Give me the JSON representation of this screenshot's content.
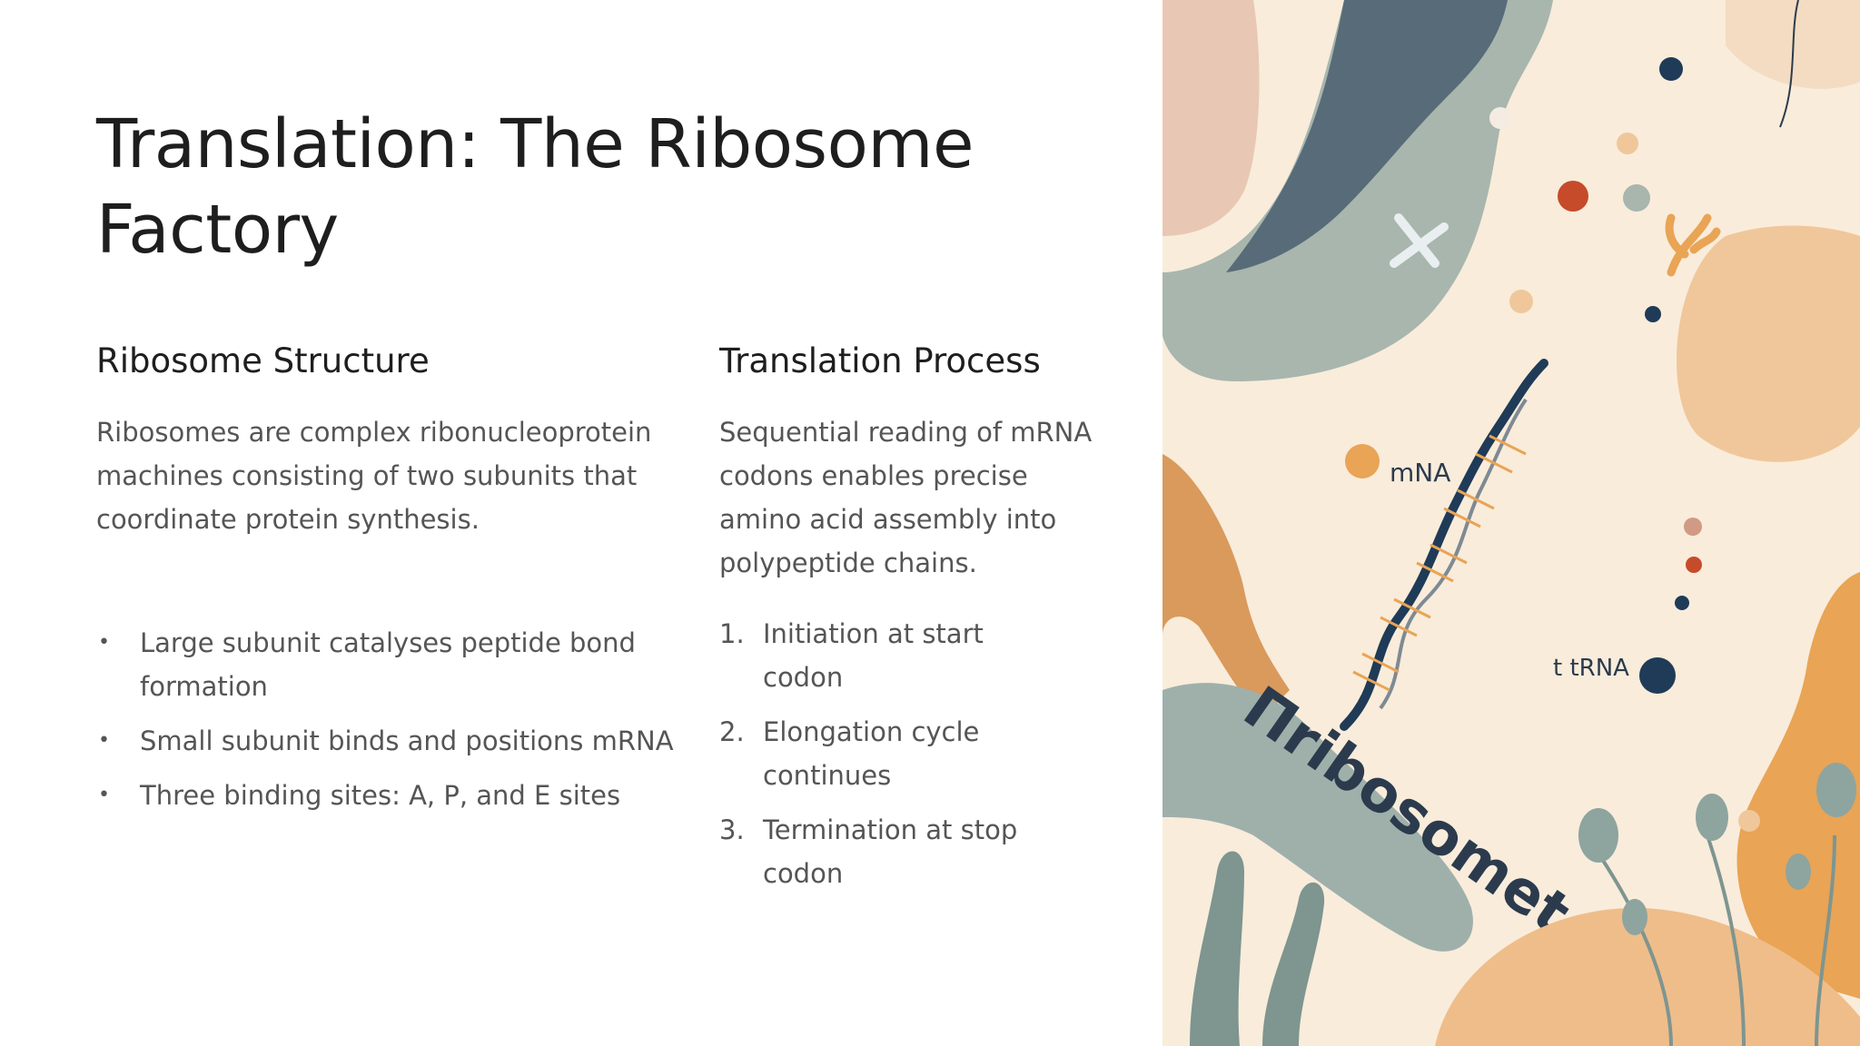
{
  "slide": {
    "title": "Translation: The Ribosome Factory",
    "left_column": {
      "heading": "Ribosome Structure",
      "paragraph": "Ribosomes are complex ribonucleoprotein machines consisting of two subunits that coordinate protein synthesis.",
      "bullets": [
        "Large subunit catalyses peptide bond formation",
        "Small subunit binds and positions mRNA",
        "Three binding sites: A, P, and E sites"
      ]
    },
    "right_column": {
      "heading": "Translation Process",
      "paragraph": "Sequential reading of mRNA codons enables precise amino acid assembly into polypeptide chains.",
      "steps": [
        {
          "num": "1.",
          "text": "Initiation at start codon"
        },
        {
          "num": "2.",
          "text": "Elongation cycle continues"
        },
        {
          "num": "3.",
          "text": "Termination at stop codon"
        }
      ]
    }
  },
  "illustration": {
    "label_mrna": "mNA",
    "label_trna": "t tRNA",
    "label_ribosome": "Πribosomet",
    "colors": {
      "background": "#f9ecdb",
      "sage": "#9fb0ab",
      "navy": "#1f3b57",
      "orange": "#e9a455",
      "rust": "#c64b2a",
      "peach": "#f0c79a"
    }
  }
}
